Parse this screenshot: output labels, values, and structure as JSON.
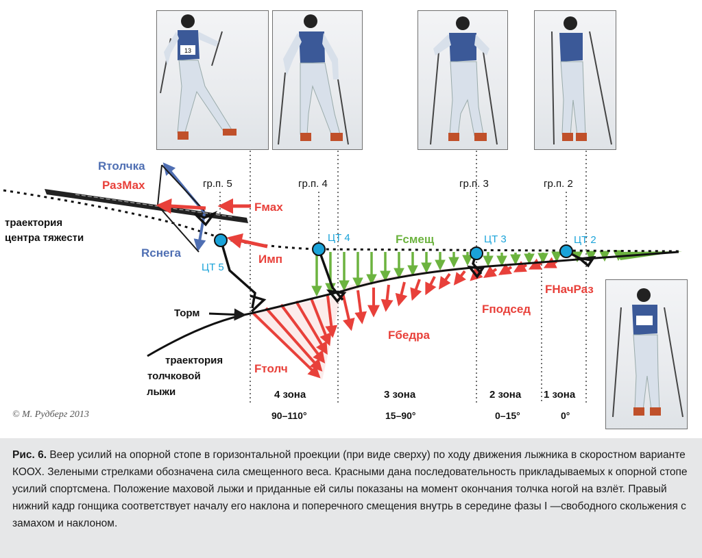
{
  "figure": {
    "groups": {
      "g5": "гр.п. 5",
      "g4": "гр.п. 4",
      "g3": "гр.п. 3",
      "g2": "гр.п. 2"
    },
    "zones": {
      "z4": "4 зона",
      "z3": "3 зона",
      "z2": "2 зона",
      "z1": "1 зона"
    },
    "angles": {
      "a4": "90–110°",
      "a3": "15–90°",
      "a2": "0–15°",
      "a1": "0°"
    },
    "ct": {
      "ct5": "ЦТ 5",
      "ct4": "ЦТ 4",
      "ct3": "ЦТ 3",
      "ct2": "ЦТ 2"
    },
    "forces": {
      "rtolch": "Rтолчка",
      "rmax": "РазМах",
      "rsnega": "Rснега",
      "fmax": "Fмах",
      "imp": "Имп",
      "fsmesh": "Fсмещ",
      "tormoz": "Торм",
      "fnachraz": "FНачРаз",
      "fpodsed": "Fподсед",
      "fbedra": "Fбедра",
      "ftolch": "Fтолч"
    },
    "trajectory_cg": [
      "траектория",
      "центра тяжести"
    ],
    "trajectory_ski": [
      "траектория",
      "толчковой",
      "лыжи"
    ],
    "bib_number": "13",
    "copyright": "© М. Рудберг 2013",
    "colors": {
      "red": "#e8403a",
      "blue": "#4f6fb3",
      "green": "#6cb33f",
      "cyan": "#1aa3d9",
      "black": "#1a1a1a"
    }
  },
  "caption": {
    "label": "Рис. 6.",
    "text": " Веер усилий на опорной стопе в горизонтальной проекции (при виде сверху) по ходу движения лыжника в скоростном варианте КООХ. Зелеными стрелками обозначена сила смещенного веса. Красными дана последовательность прикладываемых к опорной стопе усилий спортсмена. Положение маховой лыжи и приданные ей силы показаны на момент окончания толчка ногой на взлёт. Правый нижний кадр гонщика соответствует началу его наклона и поперечного смещения внутрь в середине фазы I —свободного скольжения с замахом и наклоном."
  }
}
